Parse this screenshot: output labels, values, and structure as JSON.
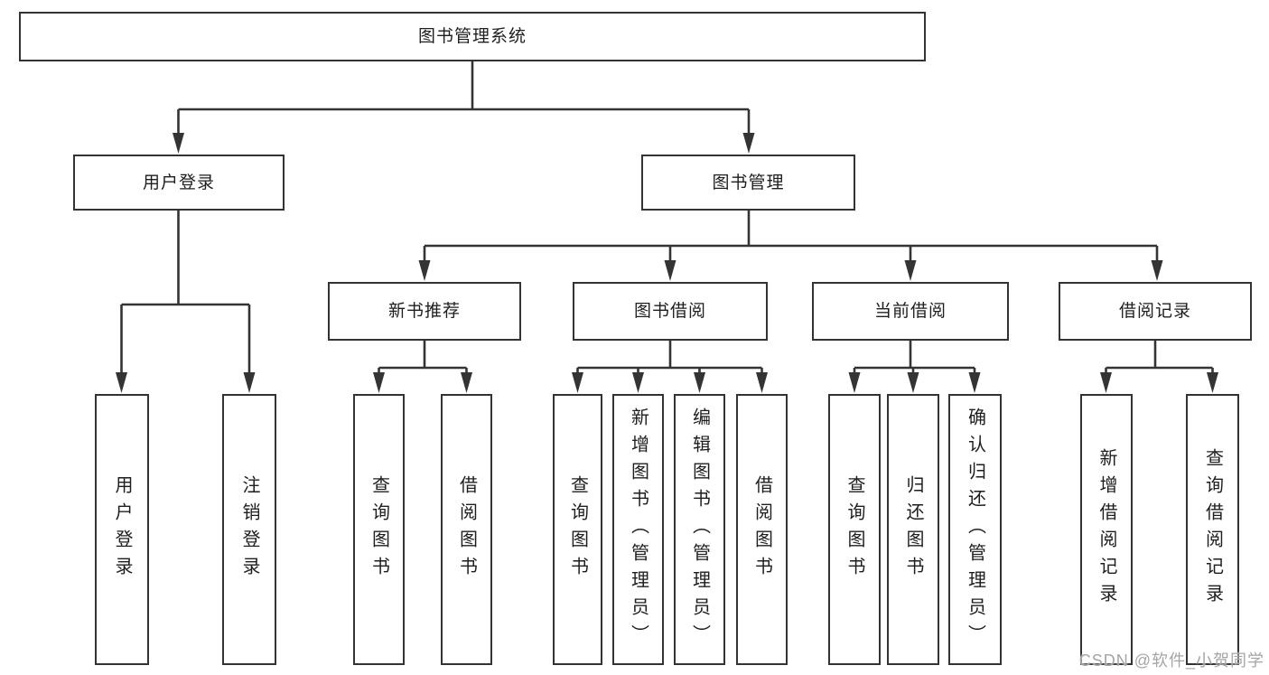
{
  "diagram": {
    "root": {
      "label": "图书管理系统"
    },
    "branches": [
      {
        "label": "用户登录",
        "children": [
          {
            "label": "用户登录"
          },
          {
            "label": "注销登录"
          }
        ]
      },
      {
        "label": "图书管理",
        "children": [
          {
            "label": "新书推荐",
            "children": [
              {
                "label": "查询图书"
              },
              {
                "label": "借阅图书"
              }
            ]
          },
          {
            "label": "图书借阅",
            "children": [
              {
                "label": "查询图书"
              },
              {
                "label": "新增图书（管理员）"
              },
              {
                "label": "编辑图书（管理员）"
              },
              {
                "label": "借阅图书"
              }
            ]
          },
          {
            "label": "当前借阅",
            "children": [
              {
                "label": "查询图书"
              },
              {
                "label": "归还图书"
              },
              {
                "label": "确认归还（管理员）"
              }
            ]
          },
          {
            "label": "借阅记录",
            "children": [
              {
                "label": "新增借阅记录"
              },
              {
                "label": "查询借阅记录"
              }
            ]
          }
        ]
      }
    ],
    "colors": {
      "line": "#343434",
      "border": "#333333",
      "text": "#1e1e1e",
      "watermark": "#a5a5a5"
    },
    "watermark": "CSDN @软件_小贺同学"
  }
}
